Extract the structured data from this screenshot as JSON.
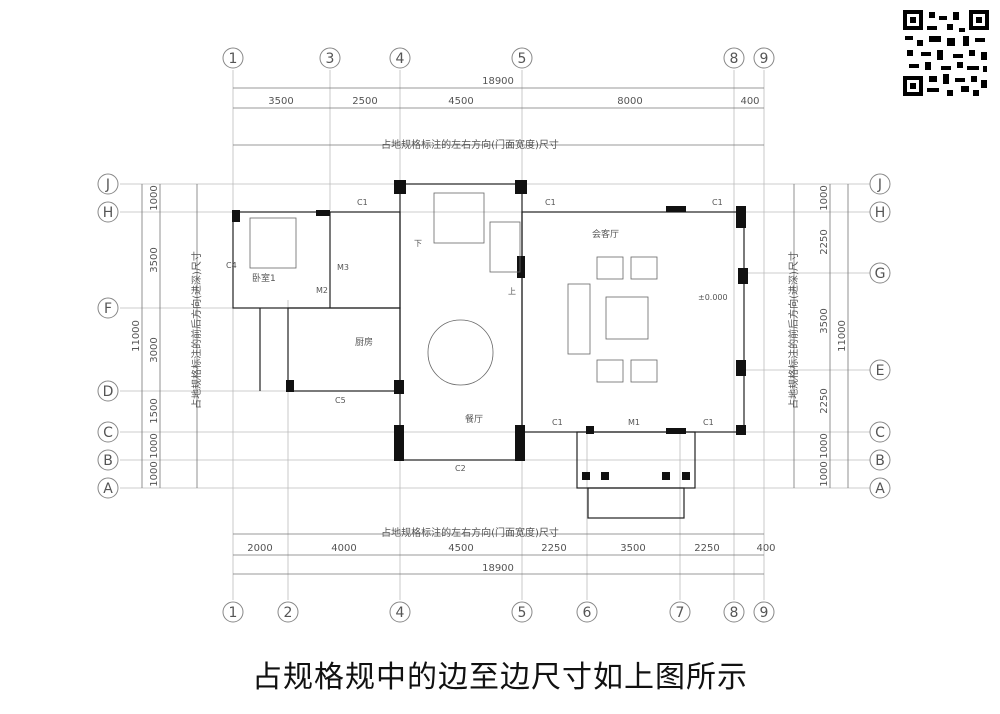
{
  "caption": "占规格规中的边至边尺寸如上图所示",
  "axes": {
    "top": [
      "1",
      "3",
      "4",
      "5",
      "8",
      "9"
    ],
    "bottom": [
      "1",
      "2",
      "4",
      "5",
      "6",
      "7",
      "8",
      "9"
    ],
    "left": [
      "J",
      "H",
      "F",
      "D",
      "C",
      "B",
      "A"
    ],
    "right": [
      "J",
      "H",
      "G",
      "E",
      "C",
      "B",
      "A"
    ]
  },
  "dimensions": {
    "top_total": "18900",
    "top_segments": [
      "3500",
      "2500",
      "4500",
      "8000",
      "400"
    ],
    "bottom_total": "18900",
    "bottom_segments": [
      "2000",
      "4000",
      "4500",
      "2250",
      "3500",
      "2250",
      "400"
    ],
    "left_total": "11000",
    "left_segments": [
      "1000",
      "3500",
      "3000",
      "1500",
      "1000",
      "1000"
    ],
    "right_total": "11000",
    "right_segments": [
      "1000",
      "2250",
      "3500",
      "2250",
      "1000",
      "1000"
    ]
  },
  "annotations": {
    "width_label": "占地规格标注的左右方向(门面宽度)尺寸",
    "depth_label": "占地规格标注的前后方向(进深)尺寸"
  },
  "rooms": {
    "bedroom": "卧室1",
    "kitchen": "厨房",
    "dining": "餐厅",
    "living": "会客厅"
  },
  "tags": {
    "c1": "C1",
    "c2": "C2",
    "c4": "C4",
    "c5": "C5",
    "m1": "M1",
    "m2": "M2",
    "m3": "M3",
    "up": "上",
    "down": "下",
    "elevation": "±0.000"
  }
}
